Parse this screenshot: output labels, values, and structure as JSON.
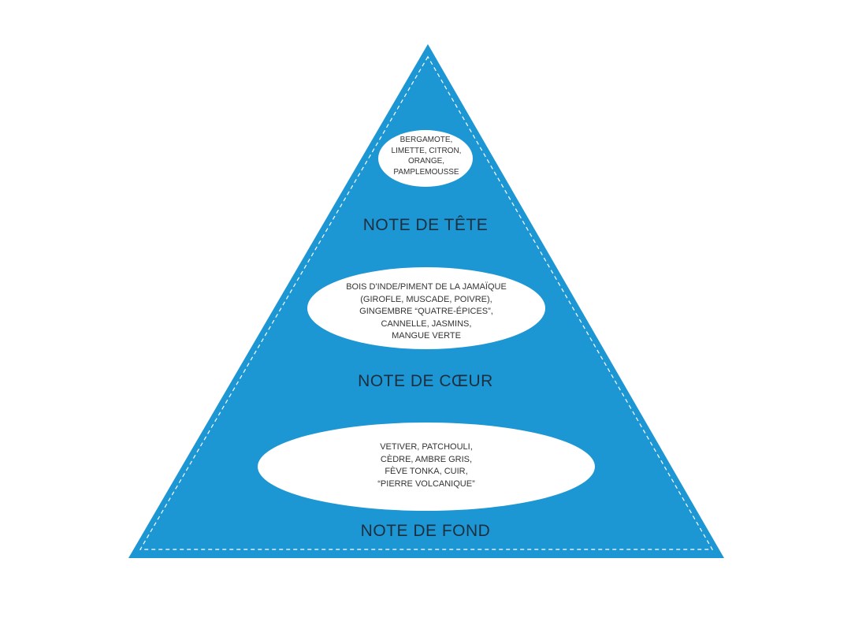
{
  "colors": {
    "pyramid_fill": "#1d96d4",
    "dashed_border": "#ffffff",
    "ellipse_fill": "#ffffff",
    "label_text": "#1d2f3f",
    "ingredient_text": "#333333"
  },
  "tiers": {
    "top": {
      "label": "NOTE DE TÊTE",
      "ingredients": "BERGAMOTE,\nLIMETTE, CITRON,\nORANGE,\nPAMPLEMOUSSE"
    },
    "heart": {
      "label": "NOTE DE CŒUR",
      "ingredients": "BOIS D'INDE/PIMENT DE LA JAMAÏQUE\n(GIROFLE, MUSCADE, POIVRE),\nGINGEMBRE “QUATRE-ÉPICES”,\nCANNELLE, JASMINS,\nMANGUE VERTE"
    },
    "base": {
      "label": "NOTE DE FOND",
      "ingredients": "VETIVER, PATCHOULI,\nCÈDRE, AMBRE GRIS,\nFÈVE TONKA, CUIR,\n“PIERRE VOLCANIQUE”"
    }
  }
}
